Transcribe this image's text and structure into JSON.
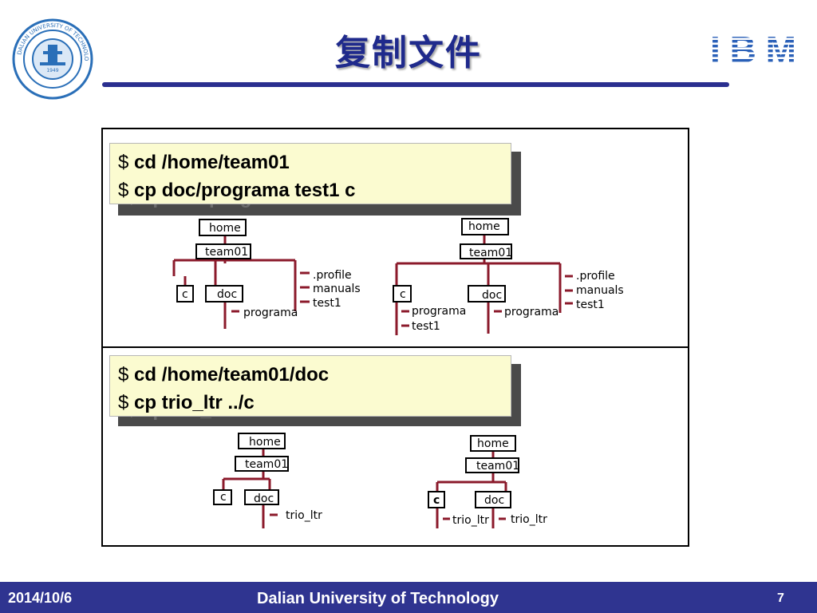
{
  "header": {
    "title": "复制文件",
    "logo_left_text": "DALIAN UNIVERSITY OF TECHNOLOGY",
    "logo_left_year": "1949",
    "logo_right_text": "IBM"
  },
  "examples": [
    {
      "commands": [
        {
          "prompt": "$",
          "command": "cd /home/team01"
        },
        {
          "prompt": "$",
          "command": "cp doc/programa test1 c"
        }
      ],
      "before": {
        "root": "home",
        "user": "team01",
        "dir_c": "c",
        "dir_doc": "doc",
        "doc_files": [
          "programa"
        ],
        "user_files": [
          ".profile",
          "manuals",
          "test1"
        ]
      },
      "after": {
        "root": "home",
        "user": "team01",
        "dir_c": "c",
        "dir_doc": "doc",
        "c_files": [
          "programa",
          "test1"
        ],
        "doc_files": [
          "programa"
        ],
        "user_files": [
          ".profile",
          "manuals",
          "test1"
        ]
      }
    },
    {
      "commands": [
        {
          "prompt": "$",
          "command": "cd /home/team01/doc"
        },
        {
          "prompt": "$",
          "command": "cp trio_ltr ../c"
        }
      ],
      "before": {
        "root": "home",
        "user": "team01",
        "dir_c": "c",
        "dir_doc": "doc",
        "doc_files": [
          "trio_ltr"
        ]
      },
      "after": {
        "root": "home",
        "user": "team01",
        "dir_c": "c",
        "dir_doc": "doc",
        "c_files": [
          "trio_ltr"
        ],
        "doc_files": [
          "trio_ltr"
        ]
      }
    }
  ],
  "footer": {
    "date": "2014/10/6",
    "organization": "Dalian University of Technology",
    "page": "7"
  },
  "colors": {
    "accent": "#2a2f8f",
    "tree_line": "#8b1a2b",
    "command_bg": "#fbfbd0",
    "footer_bg": "#2f3490"
  }
}
